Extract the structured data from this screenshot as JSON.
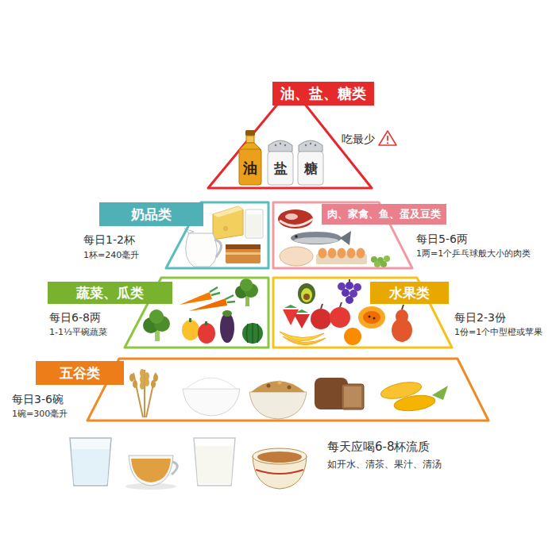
{
  "diagram": {
    "nodes": [
      {
        "text": [
          "油、盐、糖类",
          "吃最少"
        ]
      },
      {
        "text": [
          "油"
        ],
        "in": 0
      },
      {
        "text": [
          "盐"
        ],
        "in": 0
      },
      {
        "text": [
          "糖"
        ],
        "in": 0
      },
      {
        "text": [
          "奶品类",
          "每日1-2杯",
          "1杯=240毫升"
        ]
      },
      {
        "text": [
          "肉、家禽、鱼、蛋及豆类",
          "每日5-6两",
          "1两=1个乒乓球般大小的肉类"
        ]
      },
      {
        "text": [
          "蔬菜、瓜类",
          "每日6-8两",
          "1-1⅓平碗蔬菜"
        ]
      },
      {
        "text": [
          "水果类",
          "每日2-3份",
          "1份=1个中型橙或苹果"
        ]
      },
      {
        "text": [
          "五谷类",
          "每日3-6碗",
          "1碗=300毫升"
        ]
      }
    ],
    "labels": [
      "每天应喝6-8杯流质",
      "如开水、清茶、果汁、清汤"
    ]
  }
}
